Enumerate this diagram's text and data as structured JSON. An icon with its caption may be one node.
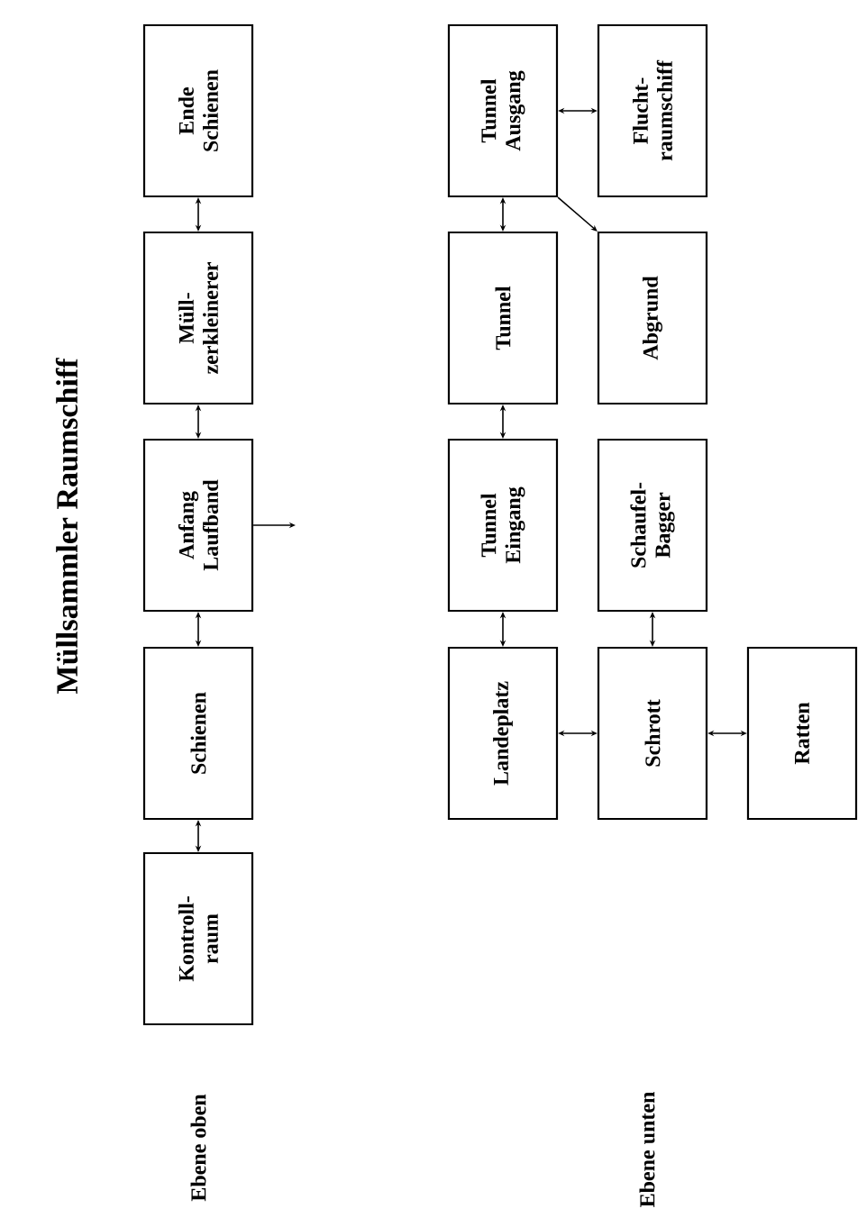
{
  "diagram": {
    "title": "Müllsammler Raumschiff",
    "nodes": [
      {
        "text": [
          "Kontroll- raum"
        ]
      },
      {
        "text": [
          "Schienen"
        ]
      },
      {
        "text": [
          "Anfang Laufband"
        ]
      },
      {
        "text": [
          "Müll- zerkleinerer"
        ]
      },
      {
        "text": [
          "Ende Schienen"
        ]
      },
      {
        "text": [
          "Landeplatz"
        ]
      },
      {
        "text": [
          "Tunnel Eingang"
        ]
      },
      {
        "text": [
          "Tunnel"
        ]
      },
      {
        "text": [
          "Tunnel Ausgang"
        ]
      },
      {
        "text": [
          "Schrott"
        ]
      },
      {
        "text": [
          "Schaufel- Bagger"
        ]
      },
      {
        "text": [
          "Abgrund"
        ]
      },
      {
        "text": [
          "Flucht- raumschiff"
        ]
      },
      {
        "text": [
          "Ratten"
        ]
      }
    ],
    "edges": [
      {
        "from": 0,
        "to": 1,
        "arrow": "both"
      },
      {
        "from": 1,
        "to": 2,
        "arrow": "both"
      },
      {
        "from": 2,
        "to": 3,
        "arrow": "both"
      },
      {
        "from": 3,
        "to": 4,
        "arrow": "both"
      },
      {
        "from": 2,
        "to": null,
        "arrow": "to"
      },
      {
        "from": 5,
        "to": 6,
        "arrow": "both"
      },
      {
        "from": 6,
        "to": 7,
        "arrow": "both"
      },
      {
        "from": 7,
        "to": 8,
        "arrow": "both"
      },
      {
        "from": 8,
        "to": 12,
        "arrow": "both"
      },
      {
        "from": 8,
        "to": 11,
        "arrow": "to"
      },
      {
        "from": 9,
        "to": 10,
        "arrow": "both"
      },
      {
        "from": 5,
        "to": 9,
        "arrow": "both"
      },
      {
        "from": 9,
        "to": 13,
        "arrow": "both"
      }
    ],
    "labels": [
      "Ebene oben",
      "Ebene unten"
    ]
  }
}
